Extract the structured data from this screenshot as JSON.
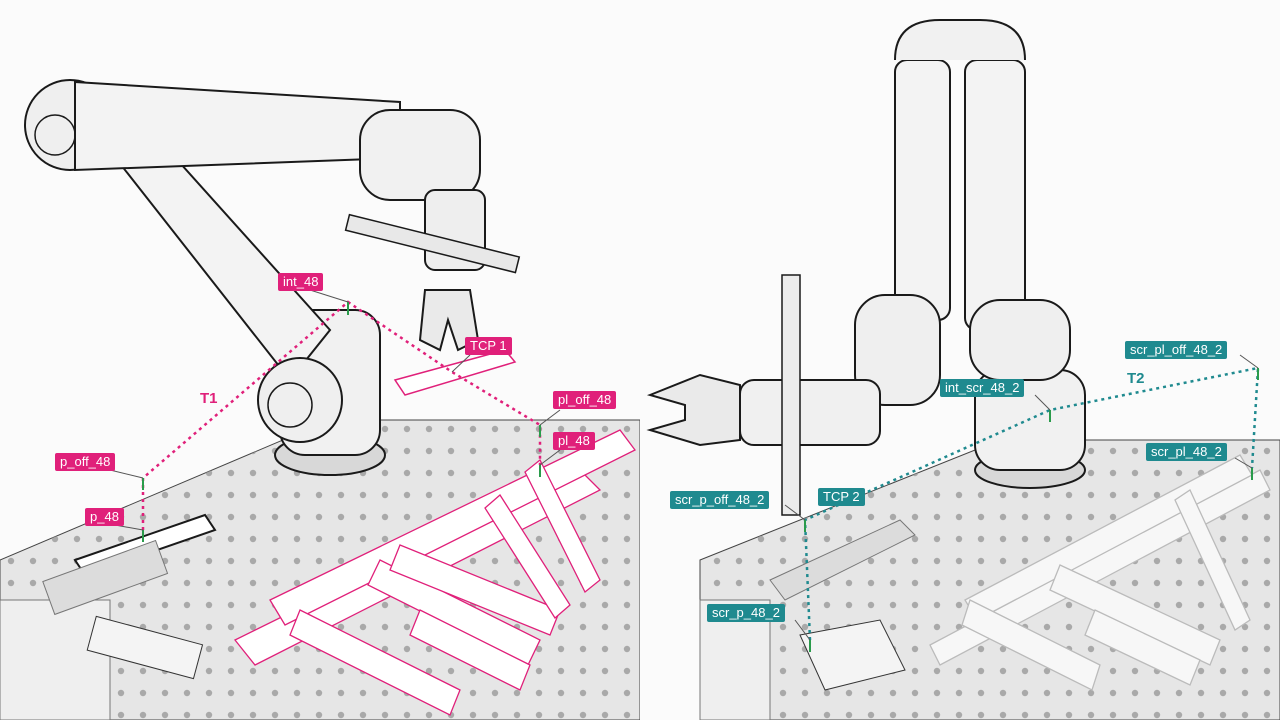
{
  "colors": {
    "magenta": "#e0207a",
    "teal": "#1f8a8f",
    "outline": "#1a1a1a",
    "robot_fill": "#f1f1f1",
    "table_fill": "#e8e8e8"
  },
  "left": {
    "trajectory_label": "T1",
    "targets": {
      "int": "int_48",
      "tcp": "TCP 1",
      "pl_off": "pl_off_48",
      "pl": "pl_48",
      "p_off": "p_off_48",
      "p": "p_48"
    }
  },
  "right": {
    "trajectory_label": "T2",
    "targets": {
      "scr_pl_off": "scr_pl_off_48_2",
      "int_scr": "int_scr_48_2",
      "scr_pl": "scr_pl_48_2",
      "scr_p_off": "scr_p_off_48_2",
      "tcp": "TCP 2",
      "scr_p": "scr_p_48_2"
    }
  }
}
